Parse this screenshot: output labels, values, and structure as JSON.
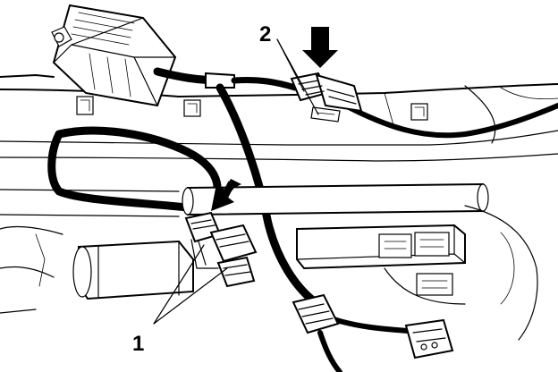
{
  "callouts": [
    {
      "id": "callout-1",
      "label": "1"
    },
    {
      "id": "callout-2",
      "label": "2"
    }
  ],
  "colors": {
    "ink": "#000000",
    "paper": "#ffffff"
  }
}
